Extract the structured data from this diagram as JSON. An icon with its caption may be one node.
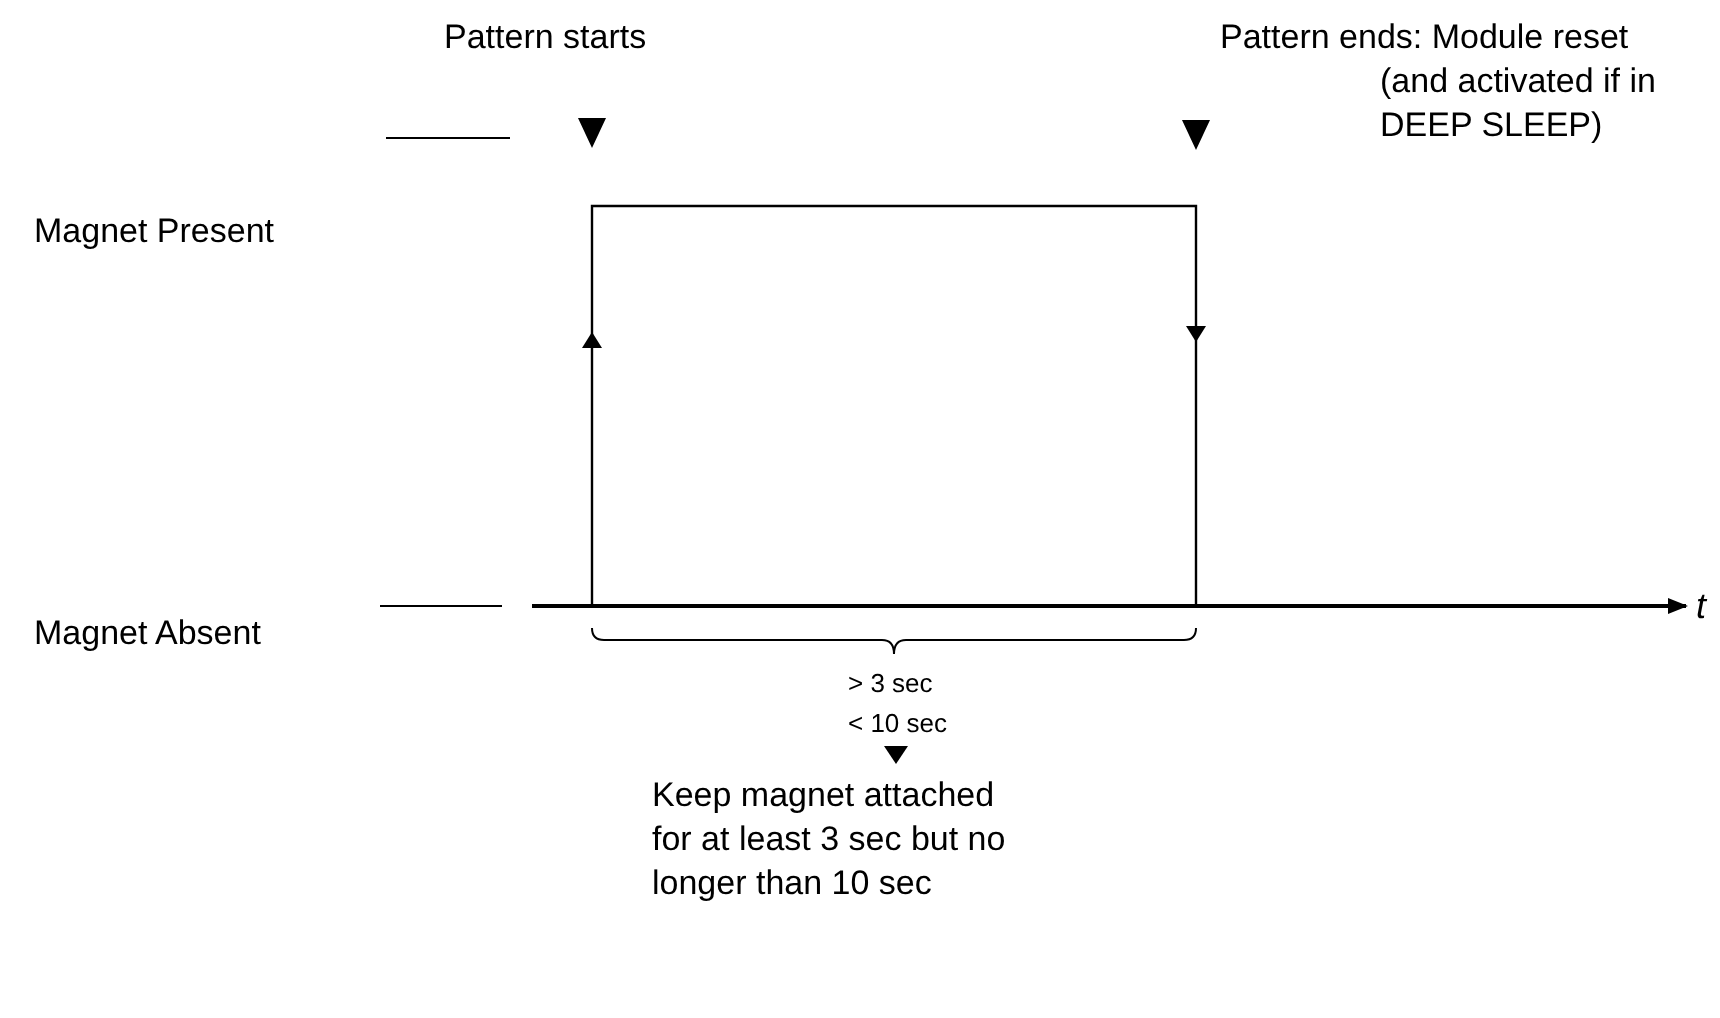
{
  "diagram": {
    "labels": [
      "Pattern starts",
      "Pattern ends: Module reset (and activated if in DEEP SLEEP)",
      "Magnet Present",
      "Magnet Absent",
      "t",
      "> 3 sec",
      "< 10 sec",
      "Keep magnet attached for at least 3 sec but no longer than 10 sec"
    ]
  }
}
